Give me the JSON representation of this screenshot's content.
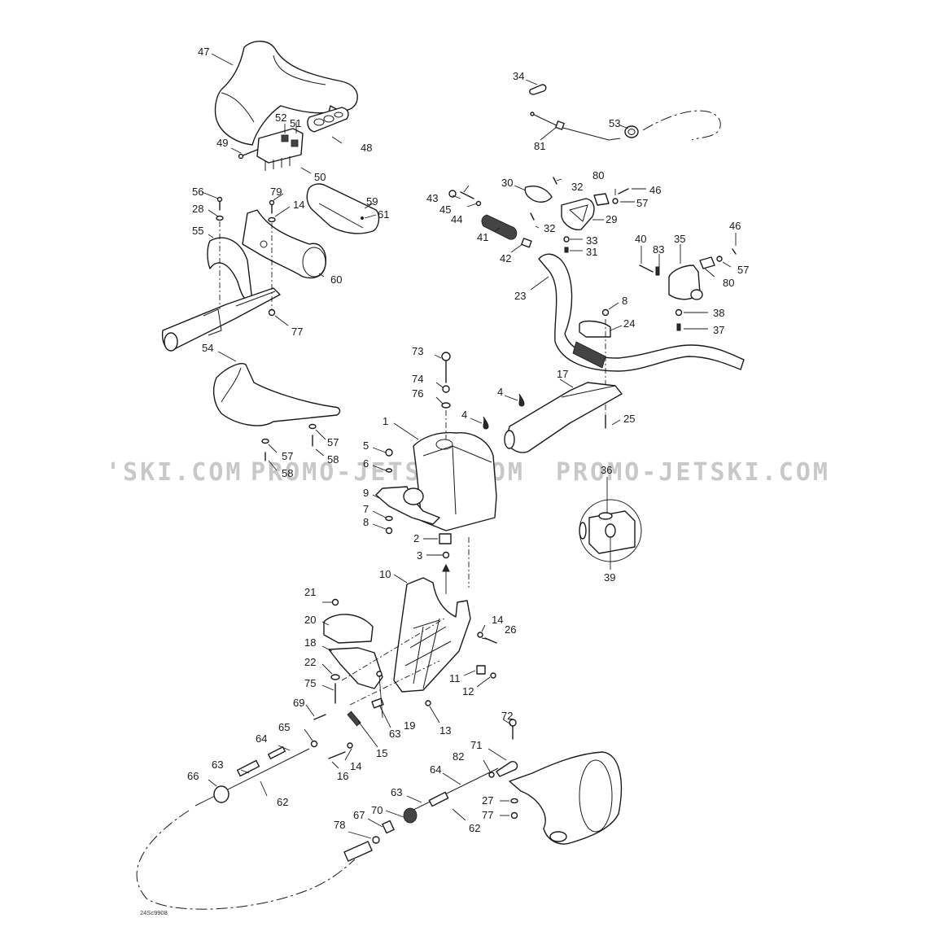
{
  "diagram": {
    "title": "Steering system exploded parts diagram",
    "drawing_code": "24Sc9908",
    "watermark": {
      "left": "'SKI.COM",
      "center": "PROMO-JETSKI.COM",
      "right": "PROMO-JETSKI.COM"
    },
    "callouts": {
      "c1": "1",
      "c2": "2",
      "c3": "3",
      "c4a": "4",
      "c4b": "4",
      "c5": "5",
      "c6": "6",
      "c7": "7",
      "c8a": "8",
      "c8b": "8",
      "c9": "9",
      "c10": "10",
      "c11": "11",
      "c12": "12",
      "c13": "13",
      "c14a": "14",
      "c14b": "14",
      "c14c": "14",
      "c15": "15",
      "c16": "16",
      "c17": "17",
      "c18": "18",
      "c19": "19",
      "c20": "20",
      "c21": "21",
      "c22": "22",
      "c23": "23",
      "c24": "24",
      "c25": "25",
      "c26": "26",
      "c27": "27",
      "c28": "28",
      "c29": "29",
      "c30": "30",
      "c31": "31",
      "c32a": "32",
      "c32b": "32",
      "c33": "33",
      "c34": "34",
      "c35": "35",
      "c36": "36",
      "c37": "37",
      "c38": "38",
      "c39": "39",
      "c40": "40",
      "c41": "41",
      "c42": "42",
      "c43": "43",
      "c44": "44",
      "c45": "45",
      "c46a": "46",
      "c46b": "46",
      "c47": "47",
      "c48": "48",
      "c49": "49",
      "c50": "50",
      "c51": "51",
      "c52": "52",
      "c53": "53",
      "c54": "54",
      "c55": "55",
      "c56": "56",
      "c57a": "57",
      "c57b": "57",
      "c57c": "57",
      "c57d": "57",
      "c58a": "58",
      "c58b": "58",
      "c59": "59",
      "c60": "60",
      "c61": "61",
      "c62a": "62",
      "c62b": "62",
      "c63a": "63",
      "c63b": "63",
      "c63c": "63",
      "c64a": "64",
      "c64b": "64",
      "c65": "65",
      "c66": "66",
      "c67": "67",
      "c69": "69",
      "c70": "70",
      "c71": "71",
      "c72": "72",
      "c73": "73",
      "c74": "74",
      "c75": "75",
      "c76": "76",
      "c77a": "77",
      "c77b": "77",
      "c78": "78",
      "c79": "79",
      "c80a": "80",
      "c80b": "80",
      "c81": "81",
      "c82": "82",
      "c83": "83"
    },
    "icons": {
      "lubricant": "oil-drop-icon",
      "assembly_arrow": "arrow-up-icon"
    }
  }
}
